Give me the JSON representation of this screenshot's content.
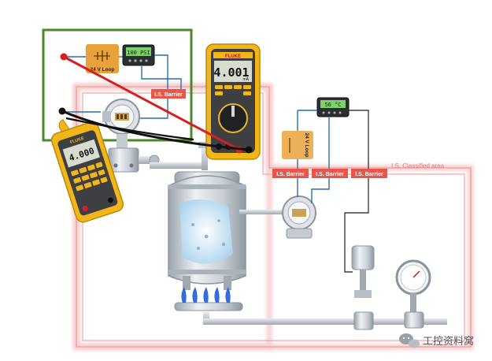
{
  "colors": {
    "hazard_zone": "#f2a6a6",
    "hazard_glow": "#f7d2d2",
    "barrier_fill": "#e8554b",
    "green_box": "#4a8a2a",
    "meter_yellow": "#f2b619",
    "red_lead": "#d81f1f",
    "black_lead": "#111111",
    "wire_blue": "#2a6fb0",
    "vessel_steel": "#c7cdd3",
    "flame_blue": "#2f6de0",
    "loop_box": "#e9a23b"
  },
  "labels": {
    "loop_supply_top": "24 V Loop",
    "loop_supply_right": "24 V Loop",
    "barrier_top": "I.S. Barrier",
    "barrier_mid_1": "I.S. Barrier",
    "barrier_mid_2": "I.S. Barrier",
    "barrier_mid_3": "I.S. Barrier",
    "classified_area": "I.S. Classified area",
    "watermark": "工控资料窝"
  },
  "displays": {
    "panel_meter_top": "100 PSI",
    "panel_meter_right": "56 °C",
    "dmm_main": "4.001",
    "dmm_unit": "mA",
    "dmm_brand": "FLUKE",
    "clamp_brand": "FLUKE",
    "clamp_reading": "4.000"
  },
  "icons": {
    "wechat": "wechat-icon",
    "flame": "flame-icon",
    "gauge": "pressure-gauge-icon"
  }
}
